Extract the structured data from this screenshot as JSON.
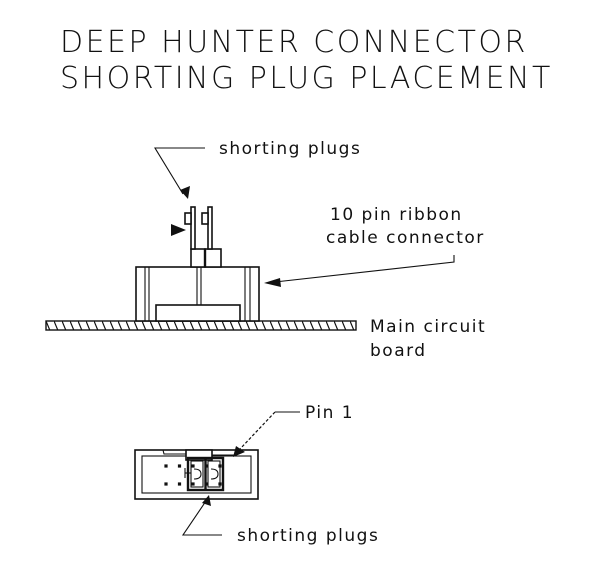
{
  "title": {
    "line1": "DEEP HUNTER CONNECTOR",
    "line2": "SHORTING PLUG PLACEMENT"
  },
  "side_view": {
    "labels": {
      "shorting_plugs": "shorting plugs",
      "connector_line1": "10 pin ribbon",
      "connector_line2": "cable connector",
      "board_line1": "Main circuit",
      "board_line2": "board"
    }
  },
  "top_view": {
    "labels": {
      "pin1": "Pin 1",
      "shorting_plugs": "shorting plugs"
    },
    "pin_count": 10
  }
}
